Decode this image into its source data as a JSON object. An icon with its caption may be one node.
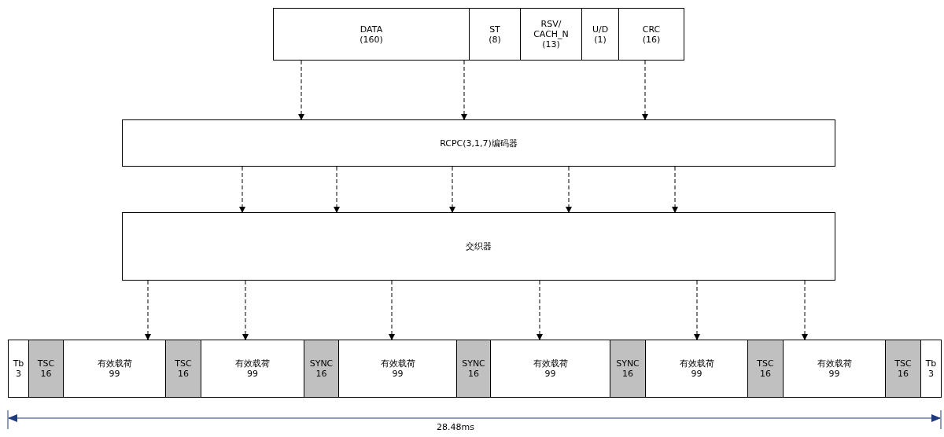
{
  "diagram": {
    "nodes": [
      {
        "text": [
          "DATA",
          "(160)"
        ]
      },
      {
        "text": [
          "ST",
          "(8)"
        ]
      },
      {
        "text": [
          "RSV/ CACH_N",
          "(13)"
        ]
      },
      {
        "text": [
          "U/D",
          "(1)"
        ]
      },
      {
        "text": [
          "CRC",
          "(16)"
        ]
      },
      {
        "text": [
          "RCPC(3,1,7)编码器"
        ]
      },
      {
        "text": [
          "交织器"
        ]
      },
      {
        "text": [
          "Tb",
          "3"
        ]
      },
      {
        "text": [
          "TSC",
          "16"
        ]
      },
      {
        "text": [
          "有效载荷",
          "99"
        ]
      },
      {
        "text": [
          "TSC",
          "16"
        ]
      },
      {
        "text": [
          "有效载荷",
          "99"
        ]
      },
      {
        "text": [
          "SYNC",
          "16"
        ]
      },
      {
        "text": [
          "有效载荷",
          "99"
        ]
      },
      {
        "text": [
          "SYNC",
          "16"
        ]
      },
      {
        "text": [
          "有效载荷",
          "99"
        ]
      },
      {
        "text": [
          "SYNC",
          "16"
        ]
      },
      {
        "text": [
          "有效载荷",
          "99"
        ]
      },
      {
        "text": [
          "TSC",
          "16"
        ]
      },
      {
        "text": [
          "有效载荷",
          "99"
        ]
      },
      {
        "text": [
          "TSC",
          "16"
        ]
      },
      {
        "text": [
          "Tb",
          "3"
        ]
      }
    ],
    "edges": [
      {
        "from": 0,
        "to": 5,
        "arrow": "to",
        "style": "dashed"
      },
      {
        "from": 0,
        "to": 5,
        "arrow": "to",
        "style": "dashed"
      },
      {
        "from": 4,
        "to": 5,
        "arrow": "to",
        "style": "dashed"
      },
      {
        "from": 5,
        "to": 6,
        "arrow": "to",
        "style": "dashed"
      },
      {
        "from": 5,
        "to": 6,
        "arrow": "to",
        "style": "dashed"
      },
      {
        "from": 5,
        "to": 6,
        "arrow": "to",
        "style": "dashed"
      },
      {
        "from": 5,
        "to": 6,
        "arrow": "to",
        "style": "dashed"
      },
      {
        "from": 5,
        "to": 6,
        "arrow": "to",
        "style": "dashed"
      },
      {
        "from": 6,
        "to": 9,
        "arrow": "to",
        "style": "dashed"
      },
      {
        "from": 6,
        "to": 11,
        "arrow": "to",
        "style": "dashed"
      },
      {
        "from": 6,
        "to": 13,
        "arrow": "to",
        "style": "dashed"
      },
      {
        "from": 6,
        "to": 15,
        "arrow": "to",
        "style": "dashed"
      },
      {
        "from": 6,
        "to": 17,
        "arrow": "to",
        "style": "dashed"
      },
      {
        "from": 6,
        "to": 19,
        "arrow": "to",
        "style": "dashed"
      }
    ],
    "labels": [
      "28.48ms"
    ]
  }
}
